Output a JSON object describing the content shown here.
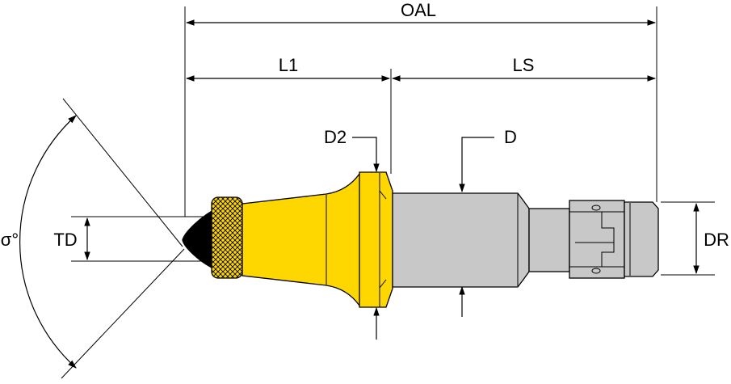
{
  "labels": {
    "oal": "OAL",
    "l1": "L1",
    "ls": "LS",
    "d2": "D2",
    "d": "D",
    "td": "TD",
    "dr": "DR",
    "angle": "σ°"
  },
  "colors": {
    "body_yellow": "#FFD700",
    "shank_gray": "#C8C8C8",
    "carbide_tip": "#000000",
    "outline": "#000000"
  }
}
